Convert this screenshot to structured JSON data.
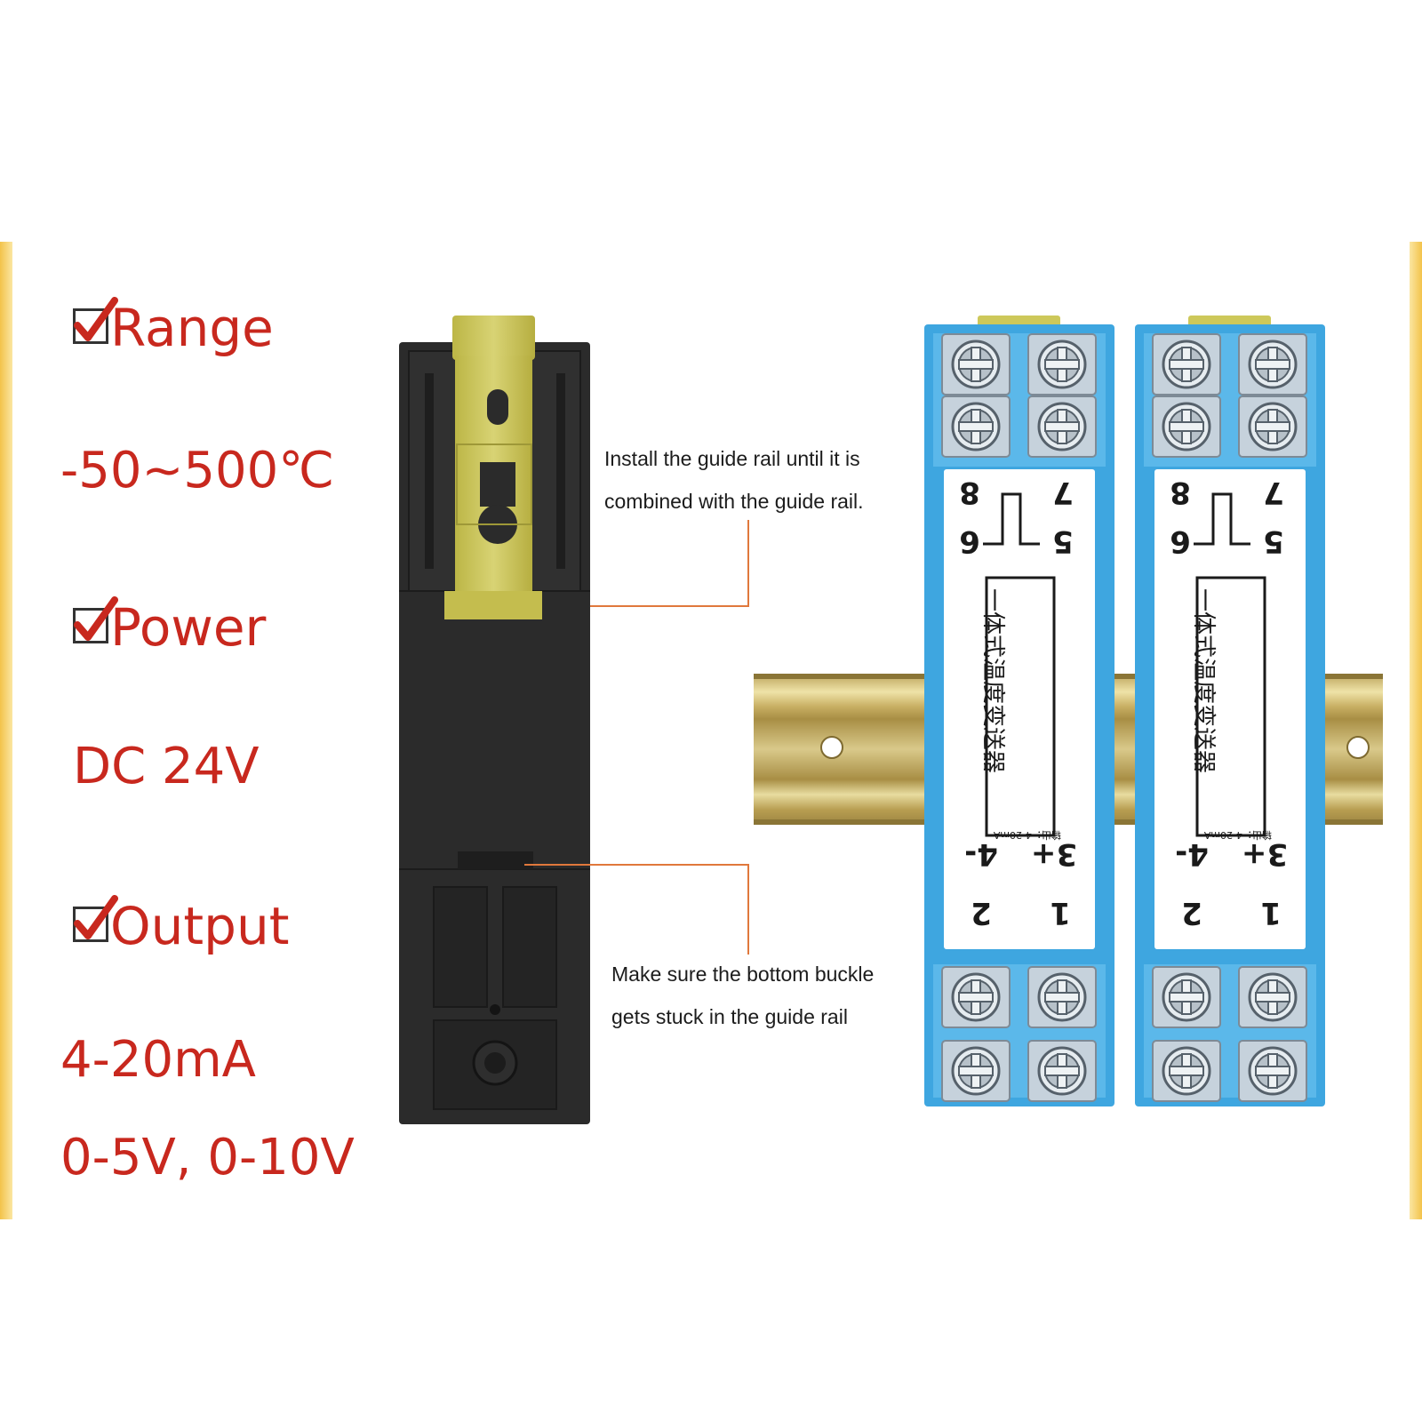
{
  "specs": {
    "range": {
      "label": "Range",
      "value": "-50~500℃"
    },
    "power": {
      "label": "Power",
      "value": "DC 24V"
    },
    "output": {
      "label": "Output",
      "value_1": "4-20mA",
      "value_2": "0-5V, 0-10V"
    }
  },
  "callouts": {
    "top_line_1": "Install the guide rail until it is",
    "top_line_2": "combined with the guide rail.",
    "bottom_line_1": "Make sure the bottom buckle",
    "bottom_line_2": "gets stuck in the guide rail"
  },
  "module": {
    "terminal_8": "8",
    "terminal_7": "7",
    "terminal_6": "6",
    "terminal_5": "5",
    "terminal_4": "4-",
    "terminal_3": "3+",
    "terminal_2": "2",
    "terminal_1": "1",
    "product_name": "一体式温度变送器",
    "output_label": "输出：4-20mA"
  },
  "colors": {
    "accent_red": "#c8281e",
    "module_blue": "#3ea6e0",
    "clip_yellow": "#cdc85a",
    "base_dark": "#2b2b2b",
    "frame_gold": "#f3c34a"
  }
}
